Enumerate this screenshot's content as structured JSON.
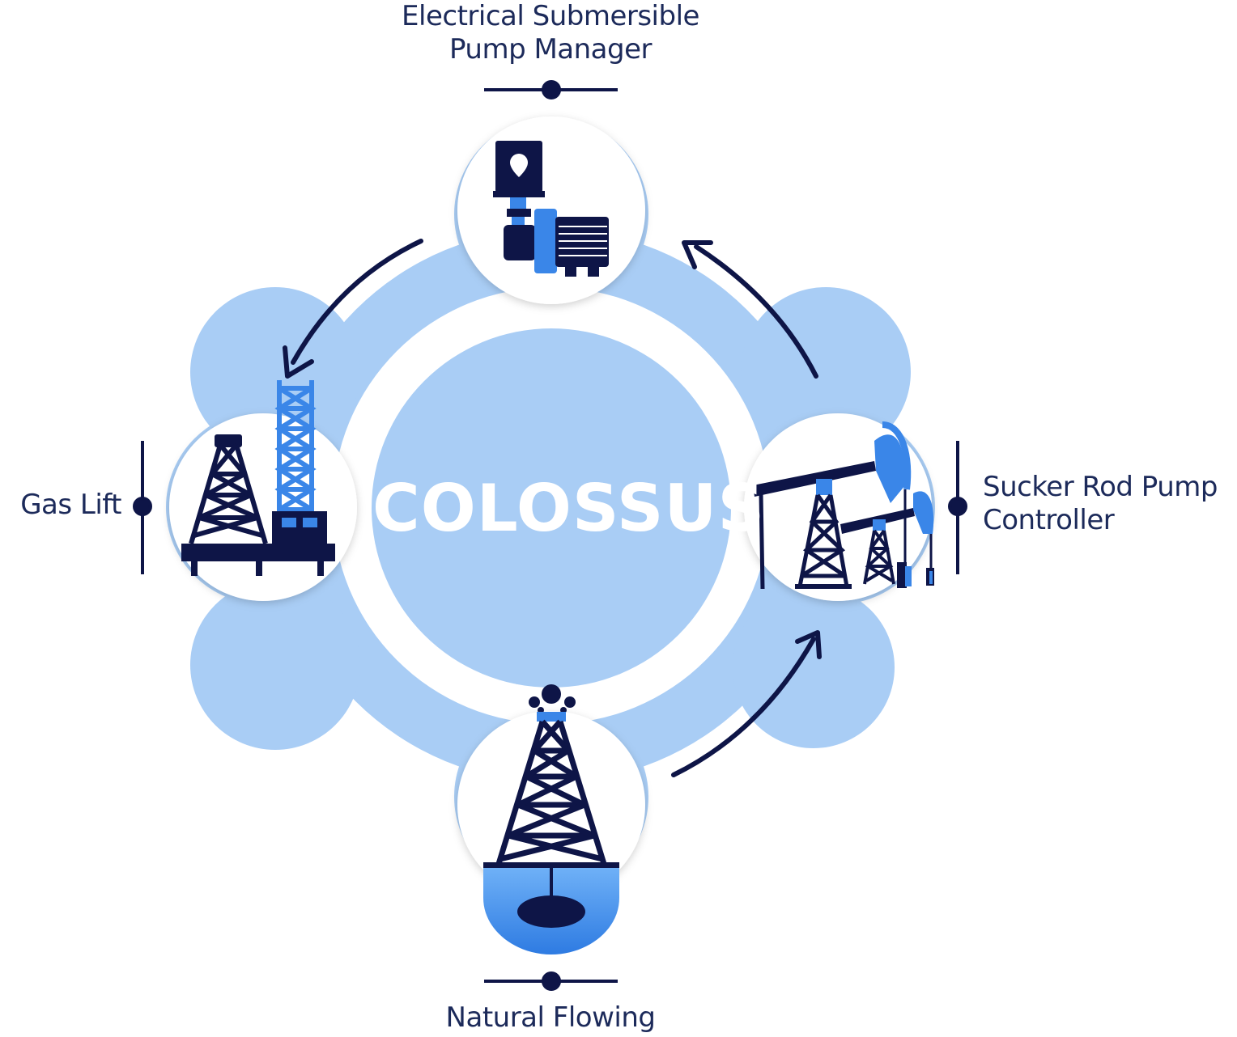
{
  "diagram": {
    "center_title": "COLOSSUS",
    "nodes": {
      "top": {
        "line1": "Electrical Submersible",
        "line2": "Pump Manager"
      },
      "left": {
        "label": "Gas Lift"
      },
      "right": {
        "line1": "Sucker Rod Pump",
        "line2": "Controller"
      },
      "bottom": {
        "label": "Natural Flowing"
      }
    },
    "colors": {
      "light_blue": "#a9cdf5",
      "navy": "#0e1547",
      "accent_blue": "#3a86e8",
      "text": "#1c2a5a"
    }
  }
}
